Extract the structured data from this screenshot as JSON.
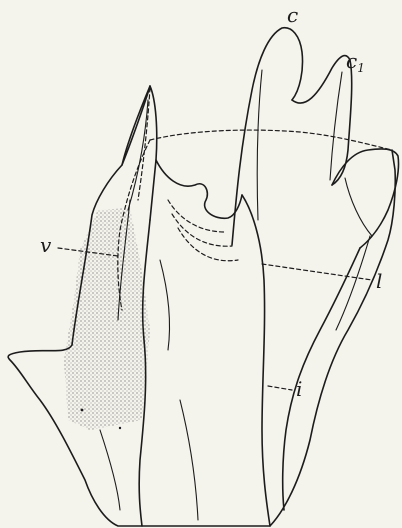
{
  "labels": {
    "c": "c",
    "c1_base": "c",
    "c1_sub": "1",
    "v": "v",
    "l": "l",
    "i": "i"
  },
  "colors": {
    "background": "#f4f3ec",
    "ink": "#1c1c1c"
  }
}
